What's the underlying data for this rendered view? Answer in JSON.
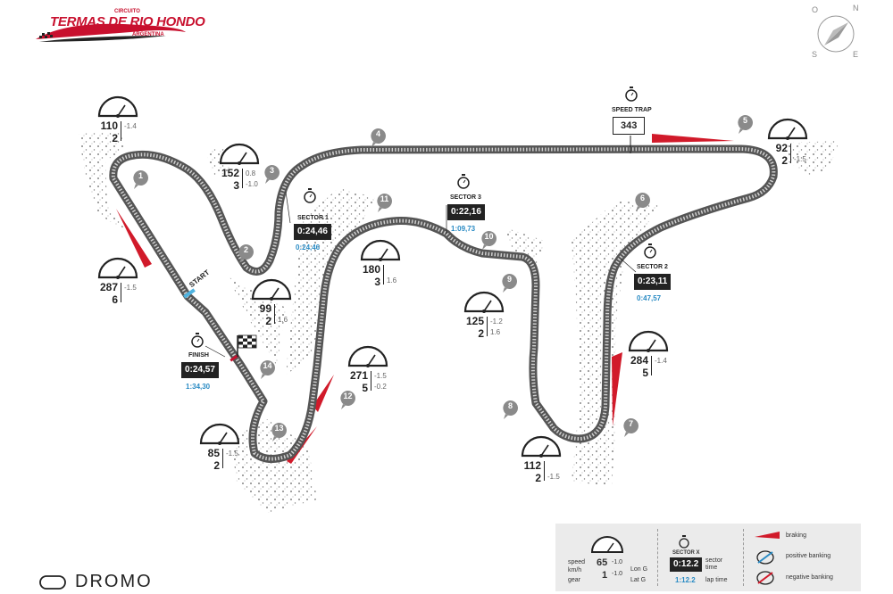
{
  "logo": {
    "top": "CIRCUITO",
    "name": "TERMAS DE RIO HONDO",
    "bottom": "ARGENTINA"
  },
  "compass": {
    "o": "O",
    "n": "N",
    "s": "S",
    "e": "E"
  },
  "brand": "DROMO",
  "start_label": "START",
  "finish_label": "FINISH",
  "speed_trap": {
    "label": "SPEED TRAP",
    "value": "343"
  },
  "sectors": [
    {
      "label": "SECTOR 1",
      "time": "0:24,46",
      "total": "0:24,46"
    },
    {
      "label": "SECTOR 2",
      "time": "0:23,11",
      "total": "0:47,57"
    },
    {
      "label": "SECTOR 3",
      "time": "0:22,16",
      "total": "1:09,73"
    },
    {
      "label": "FINISH",
      "time": "0:24,57",
      "total": "1:34,30"
    }
  ],
  "gauges": [
    {
      "speed": "110",
      "gear": "2",
      "g1": "-1.4",
      "g2": ""
    },
    {
      "speed": "152",
      "gear": "3",
      "g1": "0.8",
      "g2": "-1.0"
    },
    {
      "speed": "287",
      "gear": "6",
      "g1": "-1.5",
      "g2": ""
    },
    {
      "speed": "99",
      "gear": "2",
      "g1": "",
      "g2": "1.6"
    },
    {
      "speed": "180",
      "gear": "3",
      "g1": "",
      "g2": "1.6"
    },
    {
      "speed": "125",
      "gear": "2",
      "g1": "-1.2",
      "g2": "1.6"
    },
    {
      "speed": "92",
      "gear": "2",
      "g1": "",
      "g2": "-1.5"
    },
    {
      "speed": "284",
      "gear": "5",
      "g1": "-1.4",
      "g2": ""
    },
    {
      "speed": "271",
      "gear": "5",
      "g1": "-1.5",
      "g2": "-0.2"
    },
    {
      "speed": "85",
      "gear": "2",
      "g1": "-1.5",
      "g2": ""
    },
    {
      "speed": "112",
      "gear": "2",
      "g1": "",
      "g2": "-1.5"
    }
  ],
  "turns": [
    "1",
    "2",
    "3",
    "4",
    "5",
    "6",
    "7",
    "8",
    "9",
    "10",
    "11",
    "12",
    "13",
    "14"
  ],
  "legend": {
    "speed": "speed",
    "kmh": "km/h",
    "gear": "gear",
    "example_speed": "65",
    "example_gear": "1",
    "example_g1": "-1.0",
    "example_g2": "-1.0",
    "long_g": "Lon G",
    "lat_g": "Lat G",
    "sector_label": "SECTOR X",
    "sector_time": "0:12.2",
    "sector_time_label": "sector time",
    "lap_time": "1:12.2",
    "lap_time_label": "lap time",
    "braking": "braking",
    "positive_banking": "positive banking",
    "negative_banking": "negative banking"
  },
  "colors": {
    "brand_red": "#c8102e",
    "braking_red": "#d11a2a",
    "track": "#555555",
    "total_blue": "#2a8bc4",
    "start_line": "#4fb3e0"
  }
}
